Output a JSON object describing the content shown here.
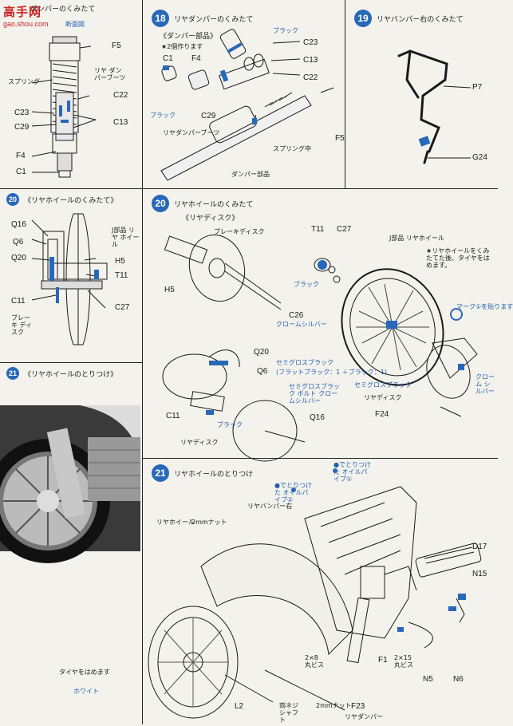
{
  "watermark": {
    "brand": "高手网",
    "site": "gao.shou.com"
  },
  "left": {
    "header_title": "ダンパーのくみたて",
    "cross_section_label": "断面図",
    "labels": {
      "f5": "F5",
      "spring": "スプリング",
      "rear_damper_boot": "リヤ ダンパーブーツ",
      "c22": "C22",
      "c23": "C23",
      "c13": "C13",
      "c29": "C29",
      "f4": "F4",
      "c1": "C1"
    },
    "section20": {
      "num": "20",
      "title": "《リヤホイールのくみたて》",
      "labels": {
        "q16": "Q16",
        "q6": "Q6",
        "q20": "Q20",
        "j_part": "J部品 リヤ ホイール",
        "h5": "H5",
        "t11": "T11",
        "c11": "C11",
        "c27": "C27",
        "brake_disk": "ブレーキ ディスク"
      }
    },
    "section21": {
      "num": "21",
      "title": "《リヤホイールのとりつけ》"
    }
  },
  "step18": {
    "num": "18",
    "title": "リヤダンパーのくみたて",
    "subhead": "《ダンパー部品》",
    "note_make2": "★2個作ります",
    "black1": "ブラック",
    "black2": "ブラック",
    "labels": {
      "c1": "C1",
      "f4": "F4",
      "c23": "C23",
      "c13": "C13",
      "c22": "C22",
      "c29": "C29",
      "boot": "リヤダンパーブーツ",
      "spring": "スプリング中",
      "f5": "F5",
      "damper_part": "ダンパー部品"
    }
  },
  "step19": {
    "num": "19",
    "title": "リヤバンパー右のくみたて",
    "labels": {
      "p7": "P7",
      "g24": "G24"
    }
  },
  "step20": {
    "num": "20",
    "title": "リヤホイールのくみたて",
    "subhead": "《リヤディスク》",
    "labels": {
      "brake_disk": "ブレーキディスク",
      "t11": "T11",
      "c27": "C27",
      "j_wheel": "J部品 リヤホイール",
      "h5": "H5",
      "black": "ブラック",
      "c26": "C26",
      "chrome_silver": "クロームシルバー",
      "q20": "Q20",
      "semi_gloss_black": "セミグロスブラック",
      "flat_black_mix": "(フラットブラック：1 ＋ブラック：1)",
      "q6": "Q6",
      "bolt_note": "セミグロスブラック ボルト クロームシルバー",
      "c11": "C11",
      "q16": "Q16",
      "black2": "ブラック",
      "rear_disk": "リヤディスク",
      "semi_gloss_black2": "セミグロスブラック",
      "rear_disk2": "リヤディスク",
      "f24": "F24",
      "chrome_silver2": "クローム シルバー",
      "mark_note": "マーク①を貼ります",
      "tire_note": "★リヤホイールをくみたてた後、タイヤをはめます。"
    }
  },
  "step21": {
    "num": "21",
    "title": "リヤホイールのとりつけ",
    "labels": {
      "oil_pipe1": "●でとりつけた オイルパイプ①",
      "oil_pipe2": "●でとりつけた オイルパイプ②",
      "rear_bumper_right": "リヤバンパー右",
      "rear_wheel": "リヤホイール",
      "nut2": "2mmナット",
      "d17": "D17",
      "n15": "N15",
      "tire_fit": "タイヤをはめます",
      "white": "ホワイト",
      "screw_2x8": "2×8 丸ビス",
      "f1": "F1",
      "screw_2x15": "2×15 丸ビス",
      "n5": "N5",
      "n6": "N6",
      "l2": "L2",
      "shaft": "両ネジ シャフト",
      "nut2b": "2mmナット",
      "f23": "F23",
      "rear_damper": "リヤダンパー"
    }
  },
  "colors": {
    "accent": "#2868b8",
    "ink": "#1a1a1a",
    "paper": "#f4f2ec",
    "watermark": "#cc2222"
  }
}
